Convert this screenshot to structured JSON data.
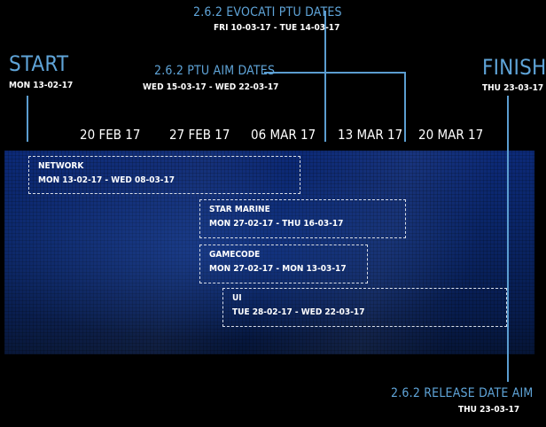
{
  "start": {
    "title": "START",
    "date": "MON 13-02-17"
  },
  "finish": {
    "title": "FINISH",
    "date": "THU 23-03-17"
  },
  "evocati": {
    "title": "2.6.2 EVOCATI PTU DATES",
    "dates": "FRI 10-03-17 - TUE 14-03-17"
  },
  "ptu_aim": {
    "title": "2.6.2 PTU AIM DATES",
    "dates": "WED 15-03-17 - WED 22-03-17"
  },
  "release": {
    "title": "2.6.2 RELEASE DATE AIM",
    "date": "THU 23-03-17"
  },
  "week_labels": [
    "20 FEB 17",
    "27 FEB 17",
    "06 MAR 17",
    "13 MAR 17",
    "20 MAR 17"
  ],
  "tasks": [
    {
      "name": "NETWORK",
      "dates": "MON 13-02-17 - WED 08-03-17"
    },
    {
      "name": "STAR MARINE",
      "dates": "MON 27-02-17 - THU 16-03-17"
    },
    {
      "name": "GAMECODE",
      "dates": "MON 27-02-17 - MON 13-03-17"
    },
    {
      "name": "UI",
      "dates": "TUE 28-02-17 - WED 22-03-17"
    }
  ],
  "colors": {
    "accent": "#5fa4d8",
    "band": "#0a2566",
    "background": "#000000"
  }
}
